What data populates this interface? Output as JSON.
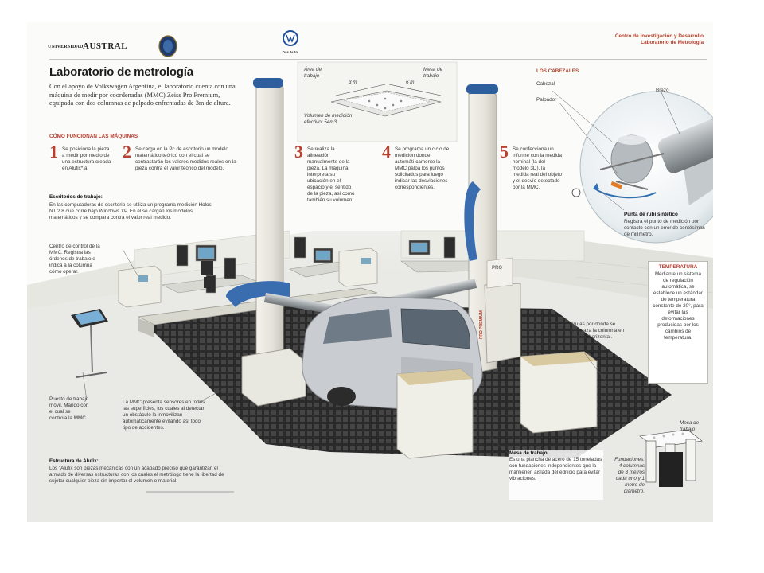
{
  "header": {
    "university_prefix": "UNIVERSIDAD",
    "university_name": "AUSTRAL",
    "vw_tagline": "Das Auto.",
    "section_line1": "Centro de Investigación y Desarrollo",
    "section_line2": "Laboratorio de Metrología"
  },
  "title": "Laboratorio de metrología",
  "intro": "Con el apoyo de Volkswagen Argentina, el laboratorio cuenta con una máquina de medir por coordenadas (MMC) Zeiss Pro Premium, equipada con dos columnas de palpado enfrentadas de 3m de altura.",
  "how_title": "CÓMO FUNCIONAN LAS MÁQUINAS",
  "steps": [
    {
      "n": "1",
      "text": "Se posiciona la pieza a medir por medio de una estructura creada en Alufix*.a"
    },
    {
      "n": "2",
      "text": "Se carga en la Pc de escritorio un modelo matemático teórico con el cual se contrastarán los valores medidos reales en la pieza contra el valor teórico del modelo."
    },
    {
      "n": "3",
      "text": "Se realiza la alineación manualmente de la pieza. La máquina interpreta su ubicación en el espacio y el sentido de la pieza, así como también su volumen."
    },
    {
      "n": "4",
      "text": "Se programa un ciclo de medición donde automáti-camente la MMC palpa los puntos solicitados para luego indicar las desviaciones correspondientes."
    },
    {
      "n": "5",
      "text": "Se confecciona un informe con la medida nominal (la del modelo 3D), la medida real del objeto y el desvío detectado por la MMC."
    }
  ],
  "desks": {
    "title": "Escritorios de trabajo:",
    "text": "En las computadoras de escritorio se utiliza un programa medición Holos NT 2.8 que corre bajo Windows XP. En él se cargan los modelos matemáticos y se compara contra el valor real medido."
  },
  "control_center": "Centro de control de la MMC. Registra las órdenes de trabajo e indica a la columna cómo operar.",
  "mobile_point": "Puesto de trabajo móvil. Mando con el cual se controla la MMC.",
  "mmc_sensors": "La MMC presenta sensores en todas las superficies, los cuales al detectar un obstáculo la inmovilizan automáticamente evitando así todo tipo de accidentes.",
  "alufix": {
    "title": "Estructura de Alufix:",
    "text": "Los \"Alufix son piezas mecánicas con un acabado preciso que garantizan el armado de diversas estructuras con los cuales el metrólogo tiene la libertad de sujetar cualquier pieza sin importar el volumen o material."
  },
  "volume": {
    "work_area": "Área de trabajo",
    "table": "Mesa de trabajo",
    "dim_length": "6 m",
    "dim_width": "3 m",
    "effective": "Volumen de medición efectivo: 54m3."
  },
  "heads": {
    "title": "LOS CABEZALES",
    "head": "Cabezal",
    "probe": "Palpador",
    "arm": "Brazo"
  },
  "ruby": {
    "title": "Punta de rubí sintético",
    "text": "Registra el punto de medición por contacto con un error de centésimas de milímetro."
  },
  "temperature": {
    "title": "TEMPERATURA",
    "text": "Mediante un sistema de regulación automática, se establece un estándar de temperatura constante de 20°, para evitar las deformaciones producidas por los cambios de temperatura."
  },
  "guides": "Guías por donde se desplaza la columna en sentido horizontal.",
  "work_table": {
    "title": "Mesa de trabajo",
    "text": "Es una plancha de acero de 15 toneladas con fundaciones independientes que la mantienen aislada del edificio para evitar vibraciones."
  },
  "foundations": {
    "table_label": "Mesa de trabajo",
    "text": "Fundaciones: 4 columnas de 3 metros cada uno y 1 metro de diámetro."
  },
  "machine_labels": {
    "pro": "PRO",
    "pro_premium": "PRO PREMIUM"
  },
  "colors": {
    "accent_red": "#b8402f",
    "floor_dark": "#2e2e2e",
    "floor_light": "#e9eae6"
  }
}
